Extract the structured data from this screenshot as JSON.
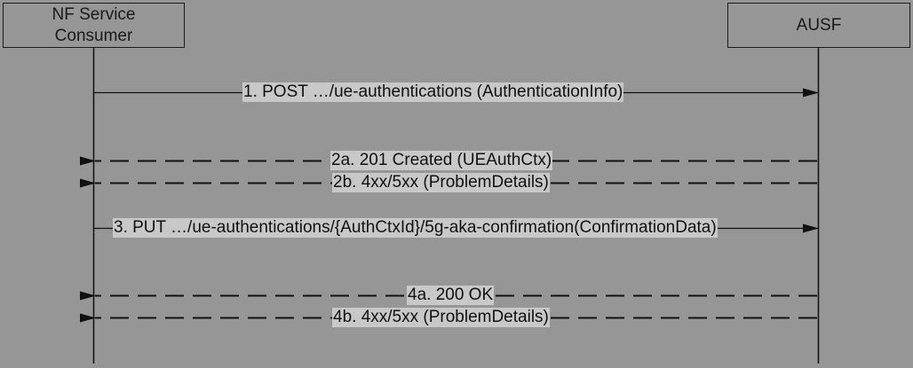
{
  "diagram_type": "sequence",
  "colors": {
    "background": "#969696",
    "label_background": "#c8c8c8",
    "line": "#111111"
  },
  "participants": [
    {
      "id": "consumer",
      "label": "NF Service\nConsumer"
    },
    {
      "id": "ausf",
      "label": "AUSF"
    }
  ],
  "messages": [
    {
      "id": "m1",
      "from": "consumer",
      "to": "ausf",
      "style": "solid",
      "label": "1. POST …/ue-authentications (AuthenticationInfo)"
    },
    {
      "id": "m2a",
      "from": "ausf",
      "to": "consumer",
      "style": "dashed",
      "label": "2a. 201 Created (UEAuthCtx)"
    },
    {
      "id": "m2b",
      "from": "ausf",
      "to": "consumer",
      "style": "dashed",
      "label": "2b. 4xx/5xx (ProblemDetails)"
    },
    {
      "id": "m3",
      "from": "consumer",
      "to": "ausf",
      "style": "solid",
      "label": "3. PUT …/ue-authentications/{AuthCtxId}/5g-aka-confirmation(ConfirmationData)"
    },
    {
      "id": "m4a",
      "from": "ausf",
      "to": "consumer",
      "style": "dashed",
      "label": "4a. 200 OK"
    },
    {
      "id": "m4b",
      "from": "ausf",
      "to": "consumer",
      "style": "dashed",
      "label": "4b. 4xx/5xx (ProblemDetails)"
    }
  ]
}
